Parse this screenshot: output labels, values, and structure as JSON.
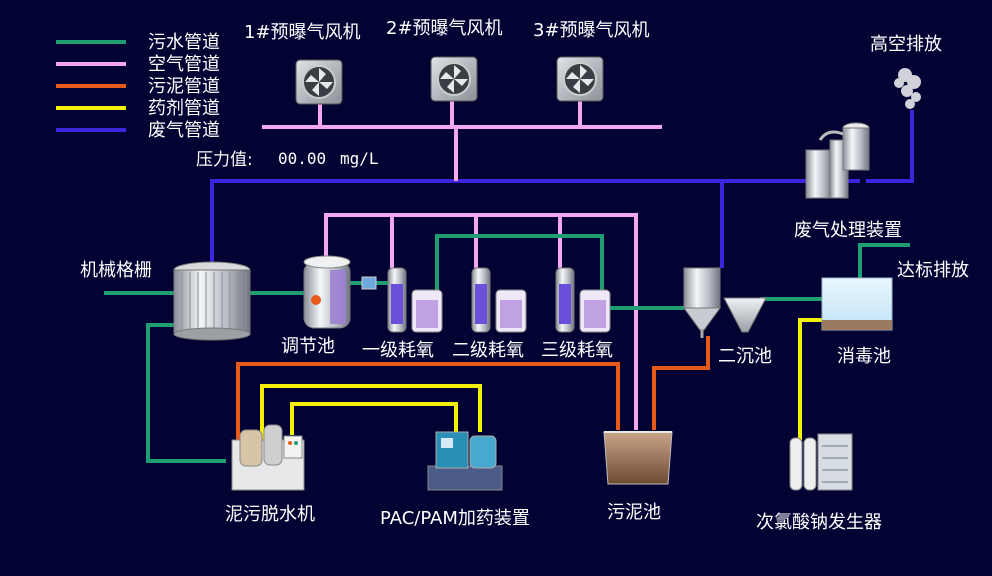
{
  "colors": {
    "background": "#020233",
    "sewage": "#1f9e73",
    "air": "#f2a7ee",
    "sludge": "#e85a1a",
    "chemical": "#f4f00a",
    "exhaust": "#3d25e0"
  },
  "legend": [
    {
      "label": "污水管道",
      "color": "#1f9e73"
    },
    {
      "label": "空气管道",
      "color": "#f2a7ee"
    },
    {
      "label": "污泥管道",
      "color": "#e85a1a"
    },
    {
      "label": "药剂管道",
      "color": "#f4f00a"
    },
    {
      "label": "废气管道",
      "color": "#3d25e0"
    }
  ],
  "blowers": [
    {
      "label": "1#预曝气风机",
      "icon": "fan-icon"
    },
    {
      "label": "2#预曝气风机",
      "icon": "fan-icon"
    },
    {
      "label": "3#预曝气风机",
      "icon": "fan-icon"
    }
  ],
  "pressure": {
    "label": "压力值:",
    "value": "00.00",
    "unit": "mg/L"
  },
  "equipment": {
    "grille": "机械格栅",
    "regulating_tank": "调节池",
    "stage1": "一级耗氧",
    "stage2": "二级耗氧",
    "stage3": "三级耗氧",
    "secondary_clarifier": "二沉池",
    "disinfection_tank": "消毒池",
    "exhaust_treatment": "废气处理装置",
    "high_discharge": "高空排放",
    "compliant_discharge": "达标排放",
    "sludge_dewatering": "泥污脱水机",
    "pac_pam": "PAC/PAM加药装置",
    "sludge_tank": "污泥池",
    "hypochlorite_generator": "次氯酸钠发生器"
  }
}
